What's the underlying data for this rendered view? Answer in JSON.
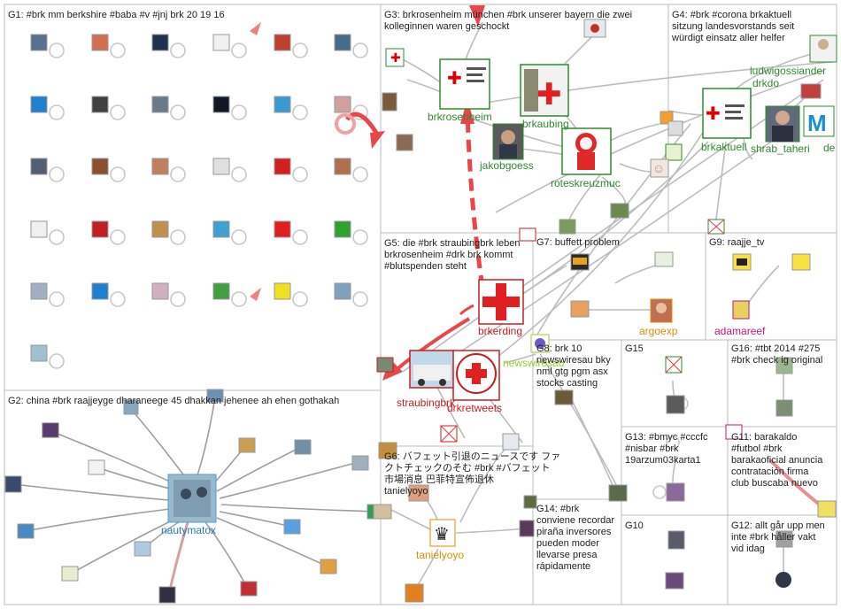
{
  "groups": [
    {
      "id": "G1",
      "lines": [
        "G1: #brk mm berkshire #baba #v #jnj brk 20 19 16"
      ]
    },
    {
      "id": "G2",
      "lines": [
        "G2: china #brk raajjeyge dharaneege 45 dhakkan jehenee ah ehen gothakah"
      ]
    },
    {
      "id": "G3",
      "lines": [
        "G3: brkrosenheim münchen #brk unserer bayern die zwei",
        "kolleginnen waren geschockt"
      ]
    },
    {
      "id": "G4",
      "lines": [
        "G4: #brk #corona brkaktuell",
        "sitzung landesvorstands seit",
        "würdigt einsatz aller helfer"
      ]
    },
    {
      "id": "G5",
      "lines": [
        "G5: die #brk straubingbrk leben",
        "brkrosenheim #drk brk kommt",
        "#blutspenden steht"
      ]
    },
    {
      "id": "G6",
      "lines": [
        "G6: バフェット引退のニュースです ファ",
        "クトチェックのそむ #brk #バフェット",
        "市場消息 巴菲特宣佈退休",
        "tanielyoyo"
      ]
    },
    {
      "id": "G7",
      "lines": [
        "G7: buffett problem"
      ]
    },
    {
      "id": "G8",
      "lines": [
        "G8: brk 10",
        "newswiresau bky",
        "nml gtg pgm asx",
        "stocks casting"
      ]
    },
    {
      "id": "G9",
      "lines": [
        "G9: raajje_tv"
      ]
    },
    {
      "id": "G10",
      "lines": [
        "G10"
      ]
    },
    {
      "id": "G11",
      "lines": [
        "G11: barakaldo",
        "#futbol #brk",
        "barakaoficial anuncia",
        "contratación firma",
        "club buscaba nuevo"
      ]
    },
    {
      "id": "G12",
      "lines": [
        "G12: allt går upp men",
        "inte #brk håller vakt",
        "vid idag"
      ]
    },
    {
      "id": "G13",
      "lines": [
        "G13: #bmyc #cccfc",
        "#nisbar #brk",
        "19arzum03karta1"
      ]
    },
    {
      "id": "G14",
      "lines": [
        "G14: #brk",
        "conviene recordar",
        "piraña inversores",
        "pueden moder",
        "llevarse presa",
        "rápidamente"
      ]
    },
    {
      "id": "G15",
      "lines": [
        "G15"
      ]
    },
    {
      "id": "G16",
      "lines": [
        "G16: #tbt 2014 #275",
        "#brk check ig original"
      ]
    }
  ],
  "node_labels": {
    "nautymatox": "nautymatox",
    "brkrosenheim": "brkrosenheim",
    "brkaubing": "brkaubing",
    "jakobgoess": "jakobgoess",
    "roteskreuzmuc": "roteskreuzmuc",
    "ludwigossiander": "ludwigossiander",
    "drkdo": "drkdo",
    "brkaktuell": "brkaktuell",
    "shrab_taheri": "shrab_taheri",
    "de": "de",
    "brkerding": "brkerding",
    "straubingbrk": "straubingbrk",
    "drkretweets": "drkretweets",
    "newswiresau": "newswiresau",
    "argoexp": "argoexp",
    "adamareef": "adamareef",
    "tanielyoyo": "tanielyoyo"
  },
  "colors": {
    "box_border": "#bdbdbd",
    "edge_gray": "#bdbdbd",
    "edge_red": "#e8464a",
    "label_green": "#2e8b2e",
    "label_red": "#c81e1e",
    "label_blue": "#1f7fc0",
    "label_orange": "#e08c00",
    "label_magenta": "#c0187a",
    "label_yellowgreen": "#9acd32"
  }
}
